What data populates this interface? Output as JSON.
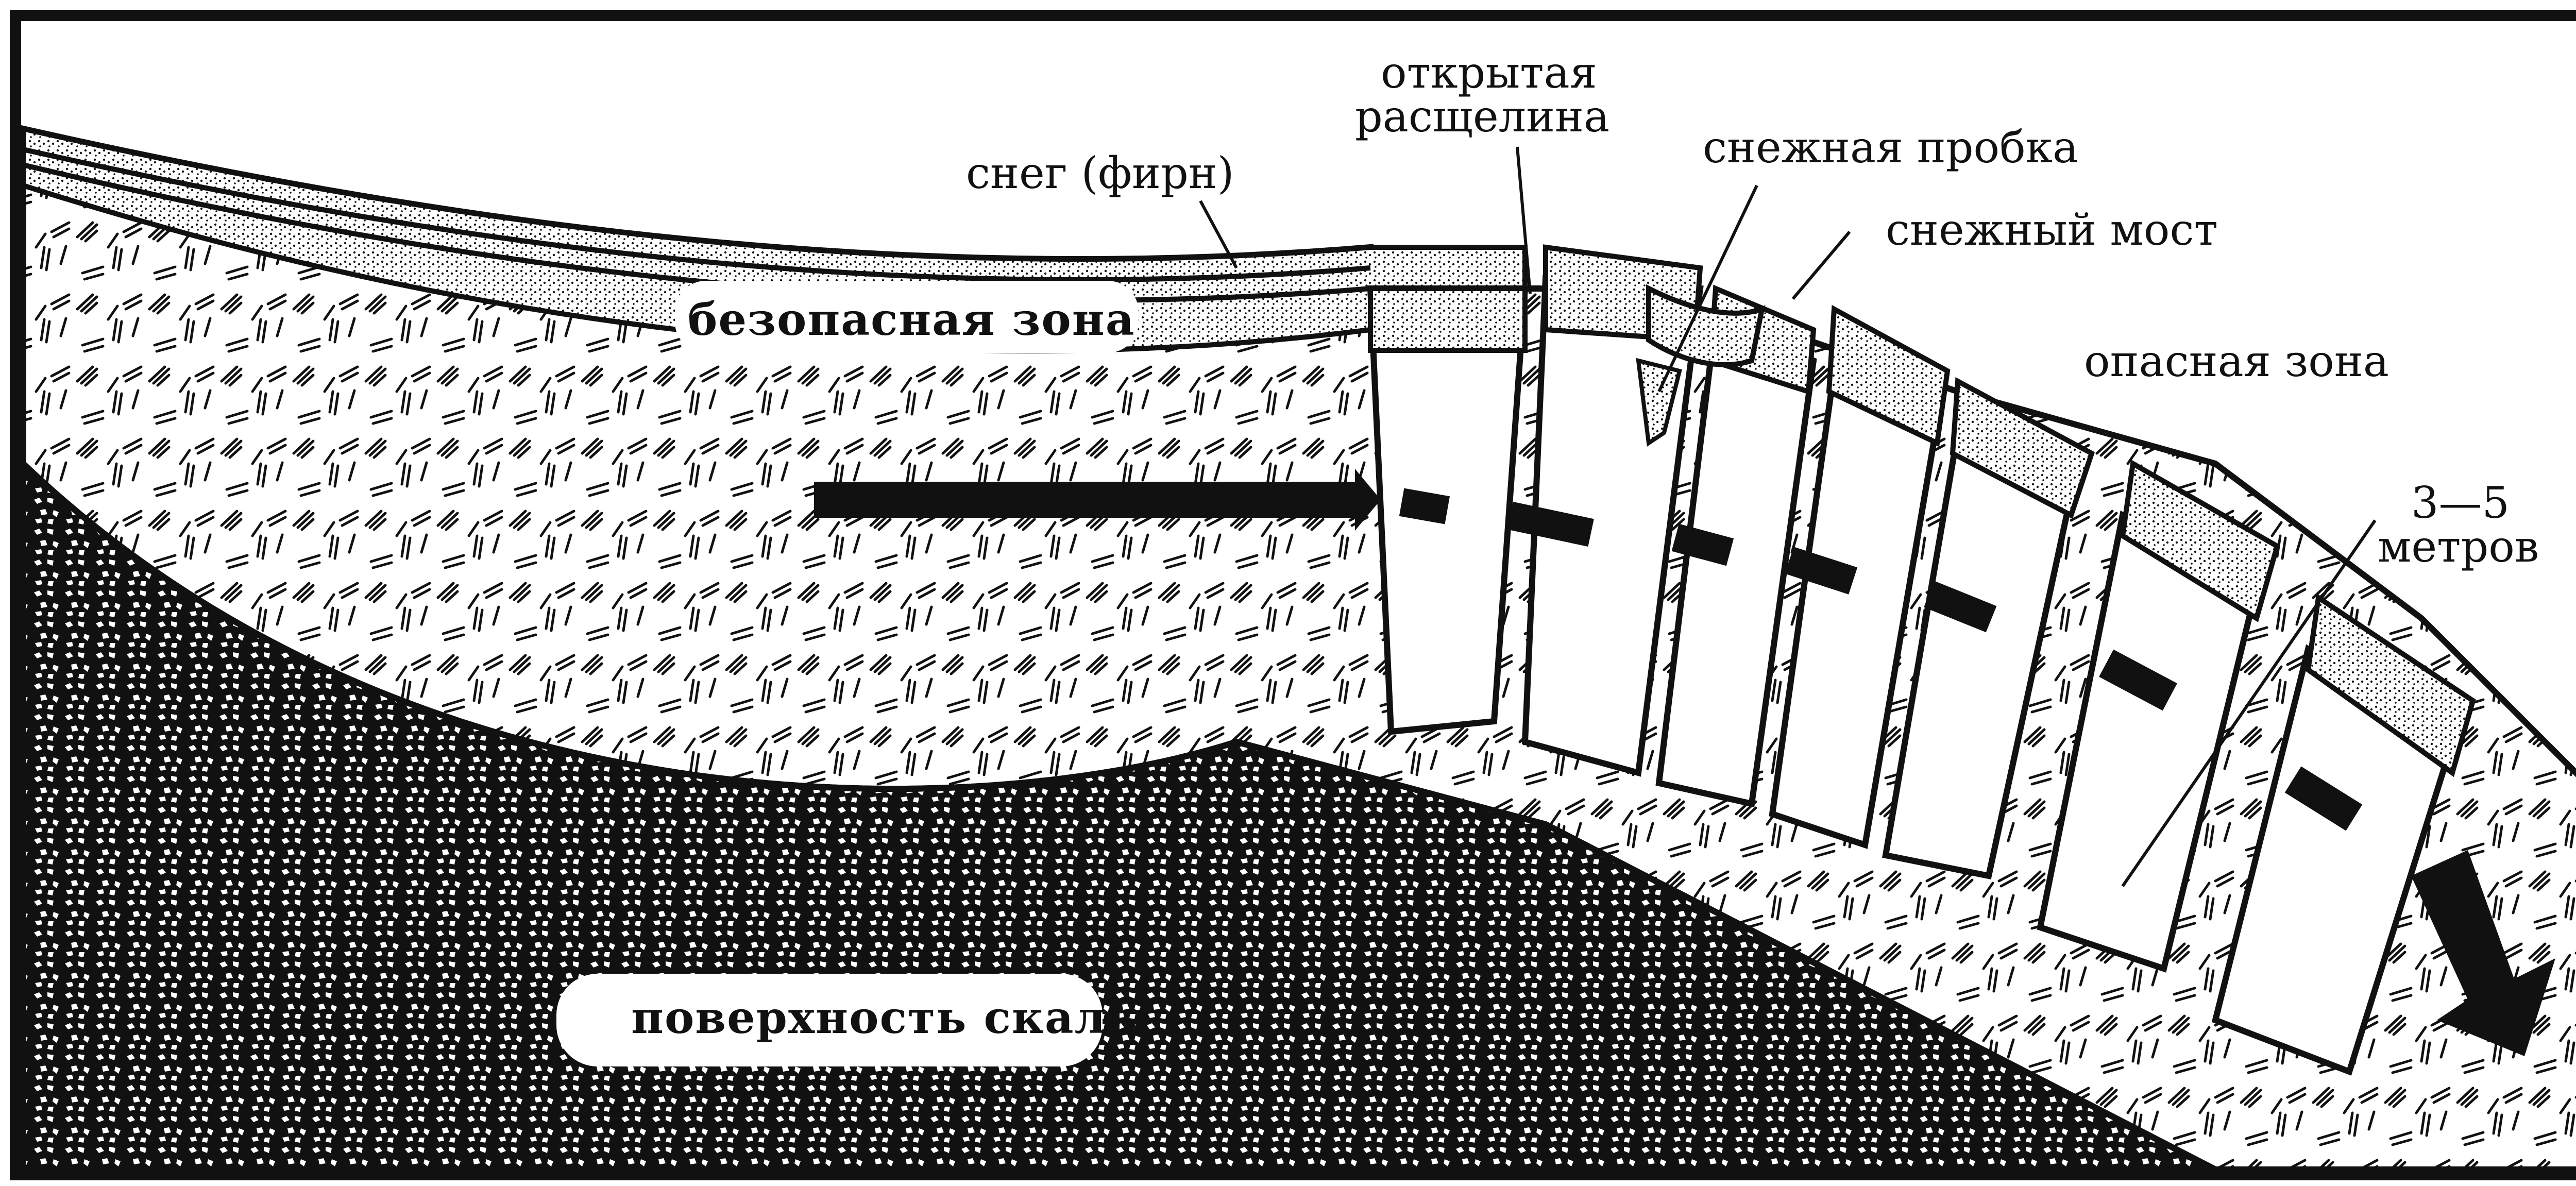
{
  "labels": {
    "open_crevasse_line1": "открытая",
    "open_crevasse_line2": "расщелина",
    "snow_firn": "снег (фирн)",
    "snow_plug": "снежная пробка",
    "snow_bridge": "снежный мост",
    "safe_zone": "безопасная зона",
    "danger_zone": "опасная зона",
    "depth_line1": "3—5",
    "depth_line2": "метров",
    "rock_surface": "поверхность скалы"
  },
  "colors": {
    "ink": "#111111",
    "paper": "#ffffff",
    "ice": "#f4f4f4"
  }
}
